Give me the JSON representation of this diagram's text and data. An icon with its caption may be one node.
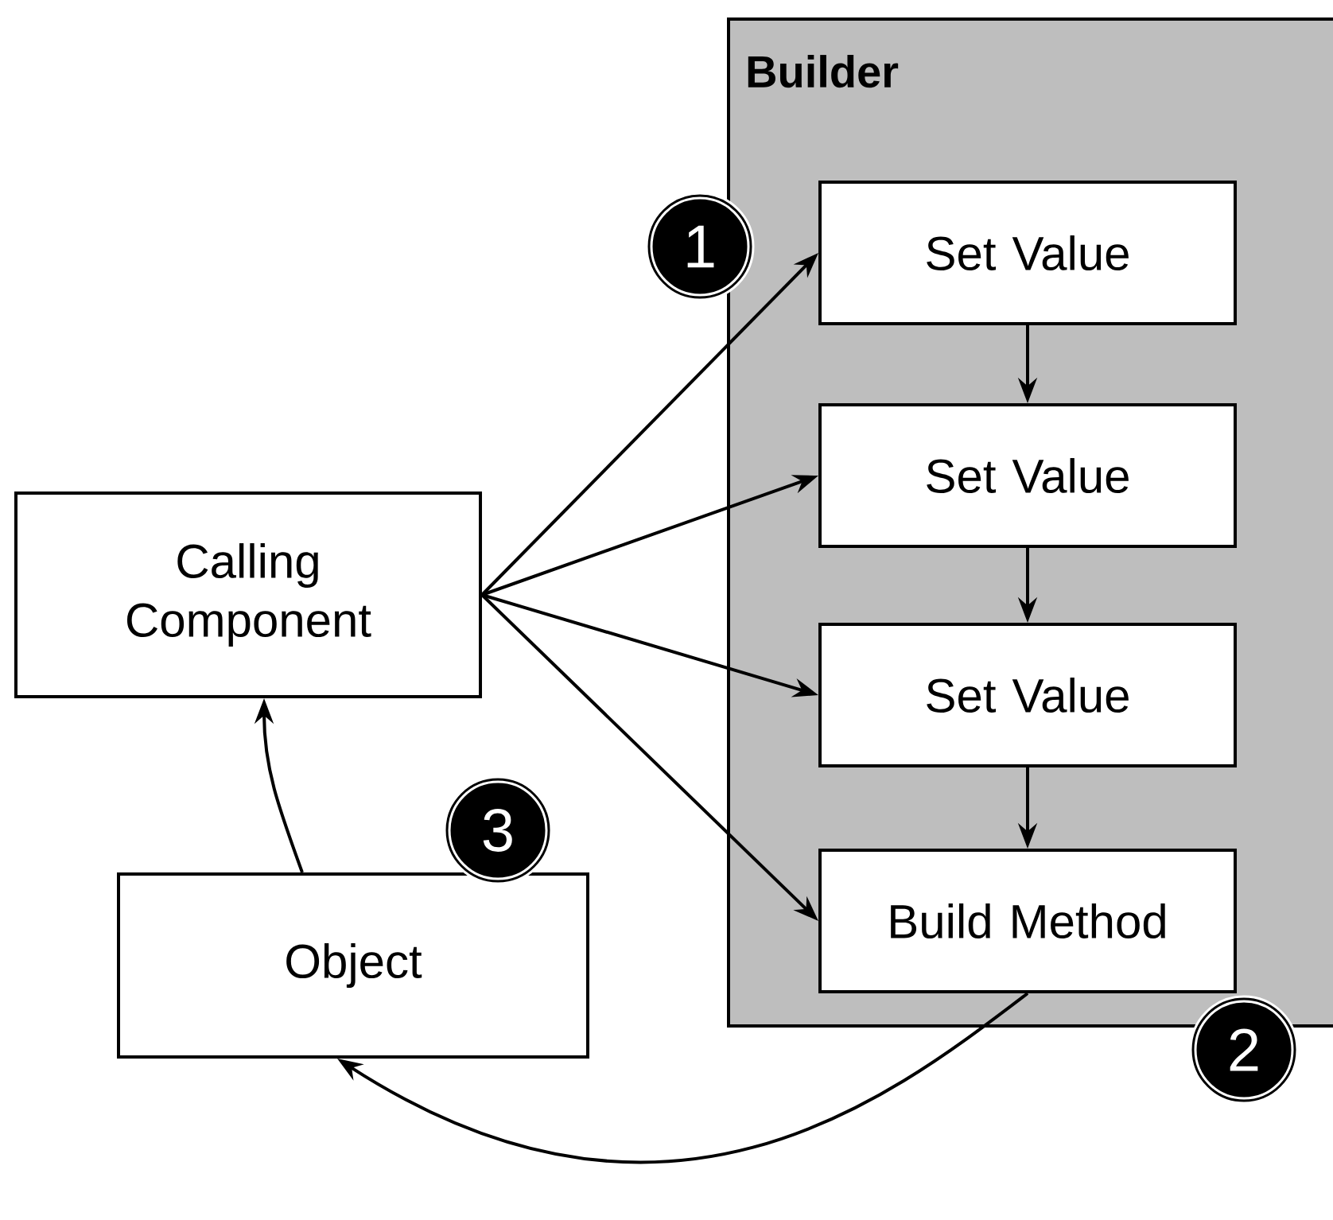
{
  "diagram": {
    "nodes": [
      {
        "text": [
          "Builder"
        ]
      },
      {
        "text": [
          "Set Value"
        ],
        "in": 0
      },
      {
        "text": [
          "Set Value"
        ],
        "in": 0
      },
      {
        "text": [
          "Set Value"
        ],
        "in": 0
      },
      {
        "text": [
          "Build Method"
        ],
        "in": 0
      },
      {
        "text": [
          "Calling Component"
        ]
      },
      {
        "text": [
          "Object"
        ]
      }
    ],
    "edges": [
      {
        "from": 5,
        "to": 1,
        "arrow": "to"
      },
      {
        "from": 5,
        "to": 2,
        "arrow": "to"
      },
      {
        "from": 5,
        "to": 3,
        "arrow": "to"
      },
      {
        "from": 5,
        "to": 4,
        "arrow": "to"
      },
      {
        "from": 1,
        "to": 2,
        "arrow": "to"
      },
      {
        "from": 2,
        "to": 3,
        "arrow": "to"
      },
      {
        "from": 3,
        "to": 4,
        "arrow": "to"
      },
      {
        "from": 4,
        "to": 6,
        "arrow": "to"
      },
      {
        "from": 6,
        "to": 5,
        "arrow": "to"
      }
    ],
    "labels": [
      "1",
      "3",
      "2"
    ]
  }
}
